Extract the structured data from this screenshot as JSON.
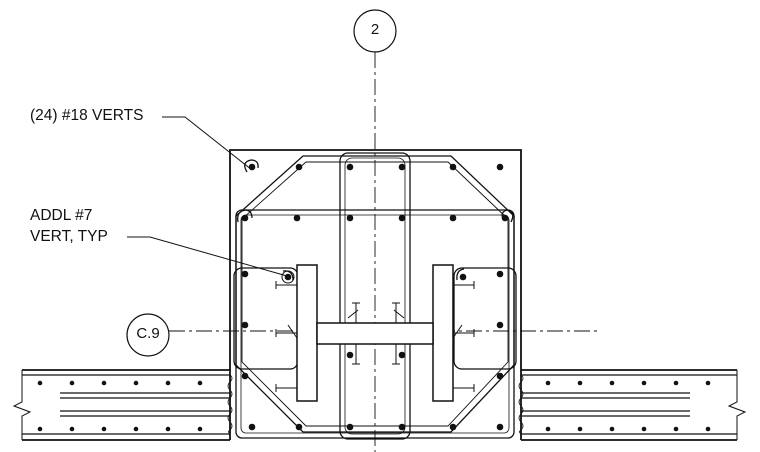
{
  "grid": {
    "vertical_bubble": "2",
    "horizontal_bubble": "C.9"
  },
  "callouts": {
    "verts": "(24) #18 VERTS",
    "addl_line1": "ADDL #7",
    "addl_line2": "VERT, TYP"
  },
  "colors": {
    "ink": "#111111",
    "background": "#ffffff"
  }
}
